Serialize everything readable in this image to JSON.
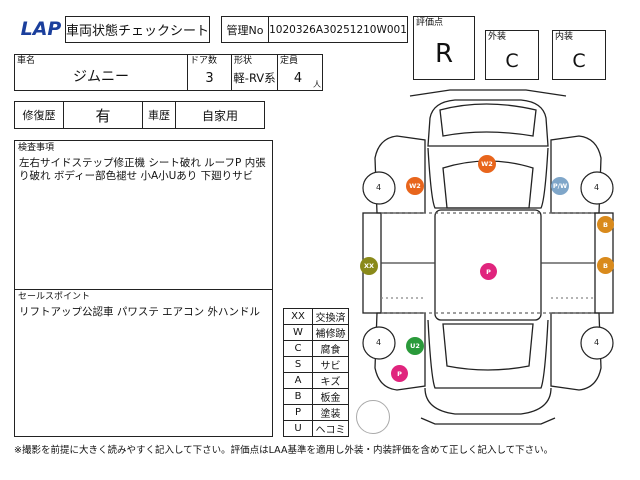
{
  "header": {
    "logo_text": "LAP",
    "title": "車両状態チェックシート",
    "mgmt_label": "管理No",
    "mgmt_value": "1020326A30251210W001"
  },
  "grades": {
    "overall_label": "評価点",
    "overall_value": "R",
    "exterior_label": "外装",
    "exterior_value": "C",
    "interior_label": "内装",
    "interior_value": "C"
  },
  "vehicle": {
    "name_label": "車名",
    "name_value": "ジムニー",
    "doors_label": "ドア数",
    "doors_value": "3",
    "type_label": "形状",
    "type_value": "軽-RV系",
    "capacity_label": "定員",
    "capacity_value": "4",
    "capacity_unit": "人"
  },
  "history": {
    "repair_label": "修復歴",
    "repair_value": "有",
    "usage_label": "車歴",
    "usage_value": "自家用"
  },
  "inspection": {
    "label": "検査事項",
    "text": "左右サイドステップ修正機 シート破れ ルーフP 内張り破れ ボディー部色褪せ 小A小Uあり 下廻りサビ"
  },
  "sales": {
    "label": "セールスポイント",
    "text": "リフトアップ公認車 パワステ エアコン 外ハンドル"
  },
  "legend": [
    {
      "code": "XX",
      "meaning": "交換済"
    },
    {
      "code": "W",
      "meaning": "補修跡"
    },
    {
      "code": "C",
      "meaning": "腐食"
    },
    {
      "code": "S",
      "meaning": "サビ"
    },
    {
      "code": "A",
      "meaning": "キズ"
    },
    {
      "code": "B",
      "meaning": "板金"
    },
    {
      "code": "P",
      "meaning": "塗装"
    },
    {
      "code": "U",
      "meaning": "ヘコミ"
    }
  ],
  "diagram": {
    "tire_labels": [
      "4",
      "4",
      "4",
      "4"
    ],
    "markers": [
      {
        "code": "W2",
        "color": "#e8651c"
      },
      {
        "code": "W2",
        "color": "#e8651c"
      },
      {
        "code": "P/W",
        "color": "#7fa6c9"
      },
      {
        "code": "B",
        "color": "#d98a1c"
      },
      {
        "code": "B",
        "color": "#d98a1c"
      },
      {
        "code": "XX",
        "color": "#8a8a1a"
      },
      {
        "code": "P",
        "color": "#e0247d"
      },
      {
        "code": "U2",
        "color": "#2a9a3a"
      },
      {
        "code": "P",
        "color": "#e0247d"
      }
    ]
  },
  "footer": {
    "note": "※撮影を前提に大きく読みやすく記入して下さい。評価点はLAA基準を適用し外装・内装評価を含めて正しく記入して下さい。"
  }
}
